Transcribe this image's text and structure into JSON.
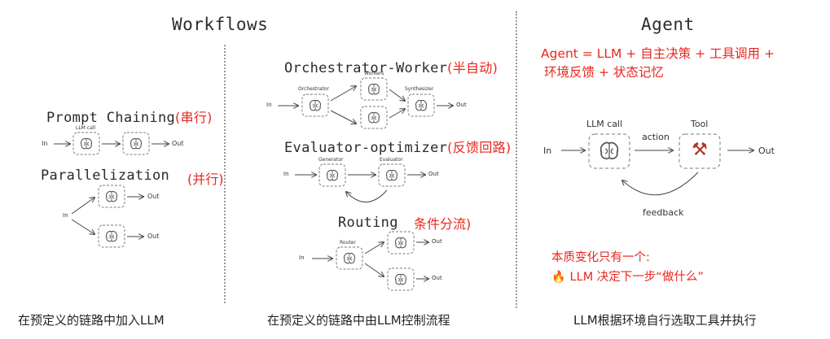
{
  "workflows": {
    "title": "Workflows",
    "caption": "在预定义的链路中加入LLM",
    "prompt_chaining": {
      "title": "Prompt Chaining",
      "note": "(串行)",
      "llm_call": "LLM call",
      "in": "In",
      "out": "Out"
    },
    "parallelization": {
      "title": "Parallelization",
      "note": "(并行)",
      "in": "In",
      "out1": "Out",
      "out2": "Out"
    }
  },
  "middle": {
    "caption": "在预定义的链路中由LLM控制流程",
    "orchestrator": {
      "title": "Orchestrator-Worker",
      "note": "(半自动)",
      "in": "In",
      "orchestrator": "Orchestrator",
      "workers": "Workers",
      "synthesizer": "Synthesizer",
      "out": "Out"
    },
    "evaluator": {
      "title": "Evaluator-optimizer",
      "note": "(反馈回路)",
      "in": "In",
      "generator": "Generator",
      "evaluator": "Evaluator",
      "out": "Out"
    },
    "routing": {
      "title": "Routing",
      "note": "条件分流)",
      "in": "In",
      "router": "Router",
      "out1": "Out",
      "out2": "Out"
    }
  },
  "agent": {
    "title": "Agent",
    "formula_line1": "Agent = LLM + 自主决策 + 工具调用 +",
    "formula_line2": "环境反馈 + 状态记忆",
    "llm_call": "LLM call",
    "action": "action",
    "tool": "Tool",
    "in": "In",
    "out": "Out",
    "feedback": "feedback",
    "change_line1": "本质变化只有一个:",
    "change_line2": "LLM 决定下一步“做什么”",
    "caption": "LLM根据环境自行选取工具并执行"
  },
  "icons": [
    "brain-icon",
    "tools-icon",
    "fire-icon",
    "arrow-icon"
  ],
  "colors": {
    "red_note": "#e8271e",
    "box_border": "#7a7a7a",
    "divider": "#9a9a9a"
  }
}
